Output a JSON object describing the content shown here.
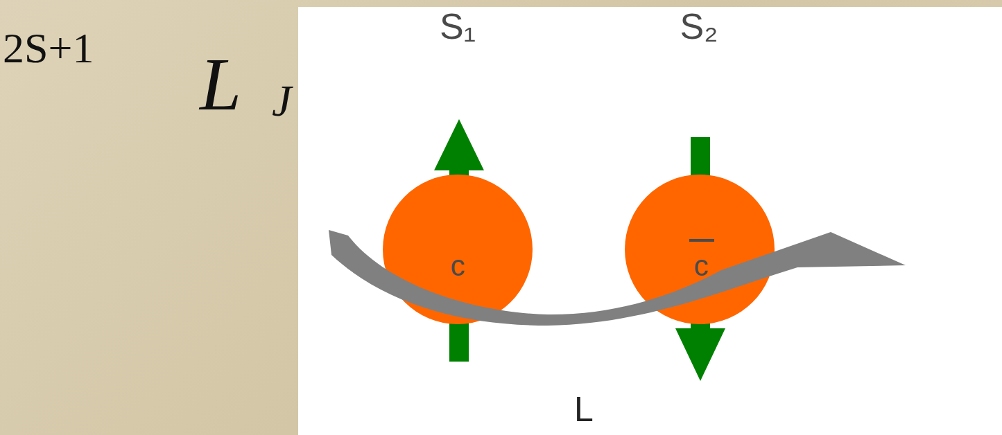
{
  "diagram": {
    "nodes": [
      {
        "text": [
          "c"
        ]
      },
      {
        "text": [
          "c"
        ]
      }
    ],
    "labels": [
      "2S+1",
      "L",
      "J",
      "S₁",
      "S₂",
      "L"
    ]
  }
}
